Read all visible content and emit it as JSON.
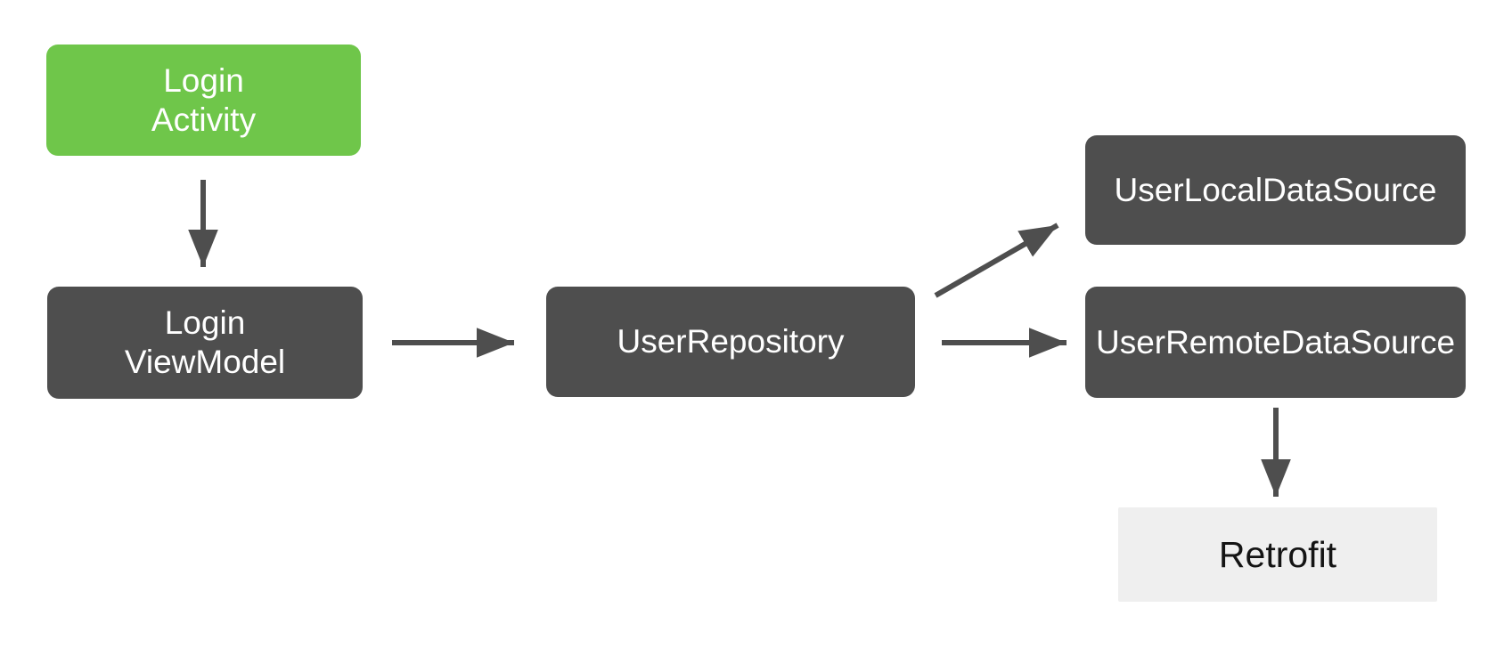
{
  "diagram": {
    "title": "Login architecture diagram",
    "nodes": {
      "login_activity": {
        "label": "Login\nActivity",
        "kind": "ui-layer",
        "fill": "#6FC64A",
        "text_color": "#FFFFFF"
      },
      "login_viewmodel": {
        "label": "Login\nViewModel",
        "kind": "viewmodel",
        "fill": "#4E4E4E",
        "text_color": "#FFFFFF"
      },
      "user_repository": {
        "label": "UserRepository",
        "kind": "repository",
        "fill": "#4E4E4E",
        "text_color": "#FFFFFF"
      },
      "user_local_data_source": {
        "label": "UserLocalDataSource",
        "kind": "data-source",
        "fill": "#4E4E4E",
        "text_color": "#FFFFFF"
      },
      "user_remote_data_source": {
        "label": "UserRemoteDataSource",
        "kind": "data-source",
        "fill": "#4E4E4E",
        "text_color": "#FFFFFF"
      },
      "retrofit": {
        "label": "Retrofit",
        "kind": "network-library",
        "fill": "#EFEFEF",
        "text_color": "#141414"
      }
    },
    "edges": [
      {
        "from": "login_activity",
        "to": "login_viewmodel",
        "direction": "down"
      },
      {
        "from": "login_viewmodel",
        "to": "user_repository",
        "direction": "right"
      },
      {
        "from": "user_repository",
        "to": "user_local_data_source",
        "direction": "up-right"
      },
      {
        "from": "user_repository",
        "to": "user_remote_data_source",
        "direction": "right"
      },
      {
        "from": "user_remote_data_source",
        "to": "retrofit",
        "direction": "down"
      }
    ],
    "colors": {
      "background": "#FFFFFF",
      "node_green": "#6FC64A",
      "node_dark": "#4E4E4E",
      "node_light": "#EFEFEF",
      "arrow": "#4E4E4E",
      "text_light": "#FFFFFF",
      "text_dark": "#141414"
    }
  }
}
